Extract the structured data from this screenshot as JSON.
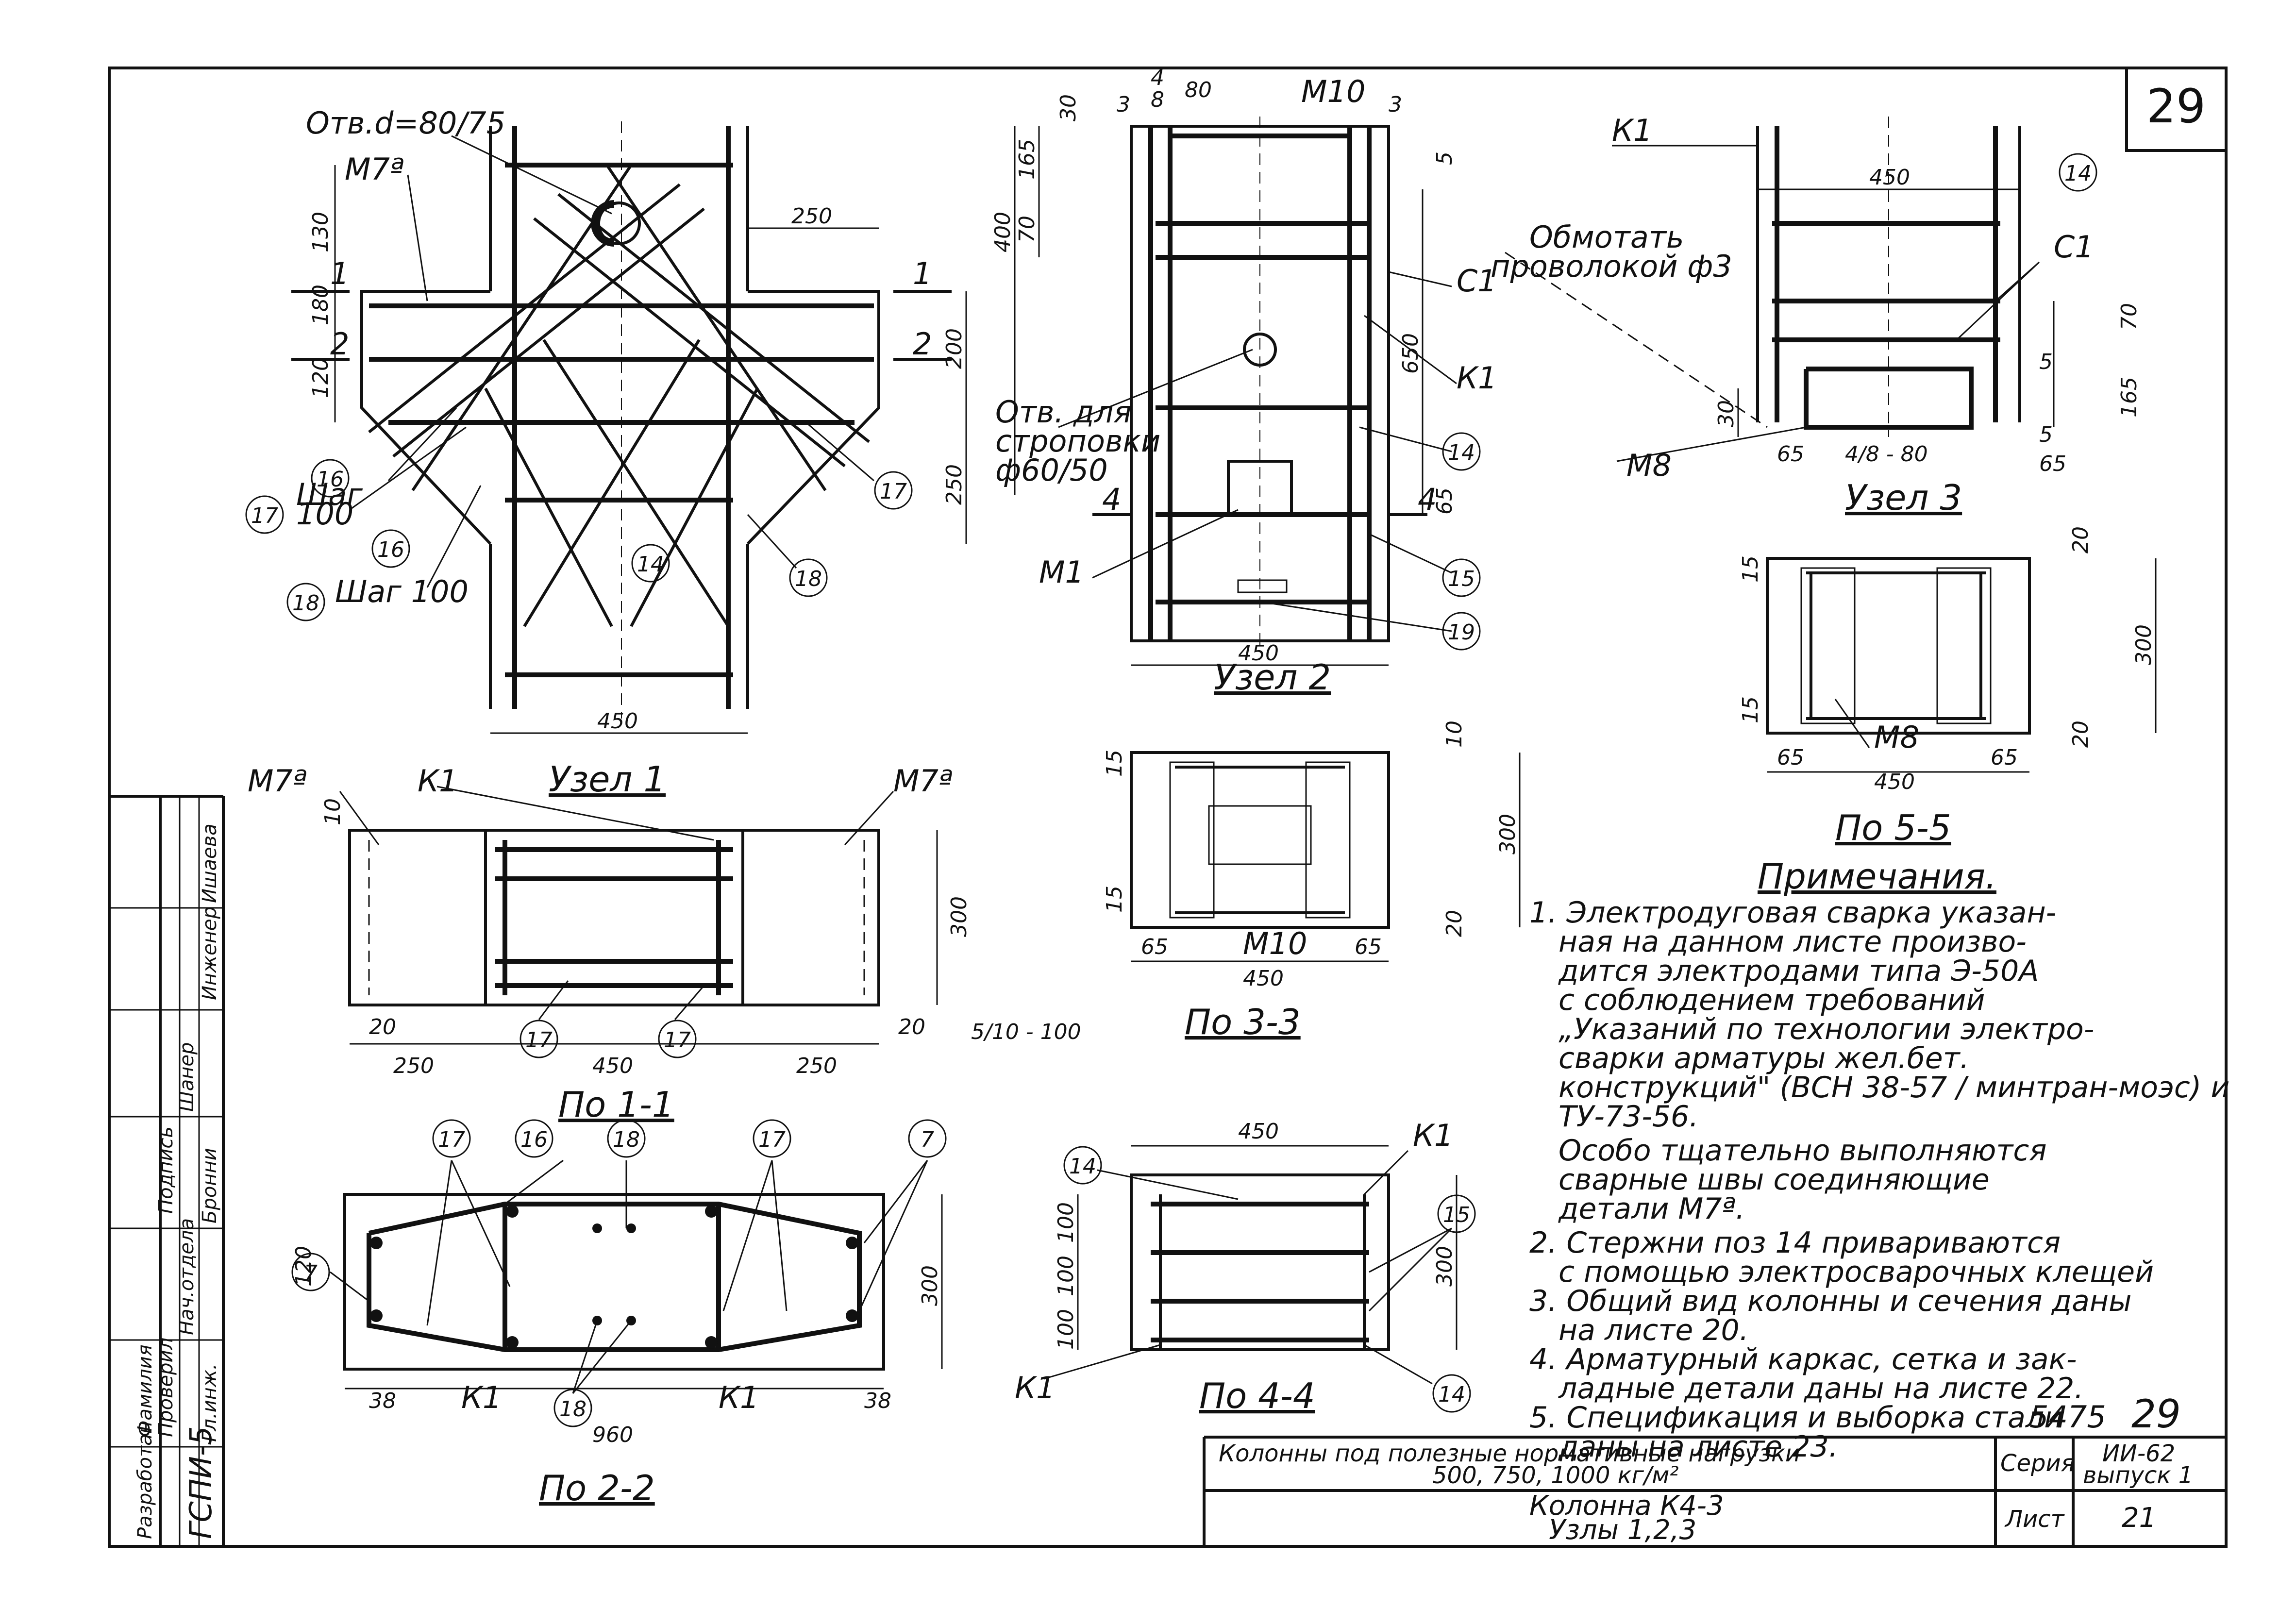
{
  "sheet_number": "29",
  "node1": {
    "title": "Узел 1",
    "hole": "Отв.d=80/75",
    "m7": "М7ª",
    "dim_250": "250",
    "dim_130": "130",
    "dim_180": "180",
    "dim_120": "120",
    "dim_200": "200",
    "dim_250b": "250",
    "dim_450": "450",
    "cut1": "1",
    "cut2": "2",
    "step1": "Шаг",
    "step1b": "100",
    "step2": "Шаг 100",
    "marks": [
      "16",
      "17",
      "16",
      "18",
      "14",
      "17",
      "18"
    ]
  },
  "node2": {
    "title": "Узел 2",
    "top_dims": [
      "30",
      "3",
      "4",
      "8",
      "80",
      "3"
    ],
    "m10": "М10",
    "frac_num": "4",
    "frac_den": "8",
    "dim_165": "165",
    "dim_400": "400",
    "dim_70": "70",
    "dim_650": "650",
    "dim_5": "5",
    "dim_65": "65",
    "hole": "Отв. для",
    "hole2": "строповки",
    "hole3": "ф60/50",
    "c1": "С1",
    "k1": "К1",
    "m1": "М1",
    "cut4": "4",
    "dim_450": "450",
    "wrap1": "Обмотать",
    "wrap2": "проволокой ф3",
    "marks": [
      "14",
      "15",
      "19"
    ]
  },
  "node3": {
    "title": "Узел 3",
    "k1": "К1",
    "dim_450": "450",
    "c1": "С1",
    "dim_70": "70",
    "dim_165": "165",
    "dim_5": "5",
    "dim_30": "30",
    "m8": "М8",
    "dim_65a": "65",
    "dim_65b": "65",
    "frac": "4/8 - 80",
    "mark": "14"
  },
  "sec55": {
    "title": "По 5-5",
    "dim_15a": "15",
    "dim_15b": "15",
    "dim_20a": "20",
    "dim_20b": "20",
    "dim_300": "300",
    "dim_65a": "65",
    "dim_65b": "65",
    "dim_450": "450",
    "m8": "М8"
  },
  "sec11": {
    "title": "По 1-1",
    "m7a": "М7ª",
    "m7b": "М7ª",
    "k1": "К1",
    "dim_10": "10",
    "dim_300": "300",
    "dim_20a": "20",
    "dim_20b": "20",
    "dim_250a": "250",
    "dim_450": "450",
    "dim_250b": "250",
    "frac": "5/10 - 100",
    "marks": [
      "17",
      "17"
    ]
  },
  "sec33": {
    "title": "По 3-3",
    "dim_15a": "15",
    "dim_15b": "15",
    "dim_10": "10",
    "dim_20": "20",
    "dim_300": "300",
    "dim_65a": "65",
    "dim_65b": "65",
    "dim_450": "450",
    "m10": "М10"
  },
  "sec22": {
    "title": "По 2-2",
    "dim_120": "120",
    "dim_300": "300",
    "dim_38": "38",
    "dim_960": "960",
    "dim_38b": "38",
    "k1a": "К1",
    "k1b": "К1",
    "marks": [
      "17",
      "16",
      "18",
      "17",
      "7",
      "7",
      "18"
    ]
  },
  "sec44": {
    "title": "По 4-4",
    "dim_450": "450",
    "k1a": "К1",
    "k1b": "К1",
    "dim_100": "100",
    "dim_100b": "100",
    "dim_100c": "100",
    "dim_300": "300",
    "marks": [
      "14",
      "15",
      "14"
    ]
  },
  "notes": {
    "title": "Примечания.",
    "lines": [
      "1. Электродуговая сварка указан-",
      "ная на данном листе произво-",
      "дится электродами типа Э-50А",
      "с соблюдением требований",
      "„Указаний по технологии электро-",
      "сварки арматуры жел.бет.",
      "конструкций\" (ВСН 38-57 / минтран-моэс) и",
      "ТУ-73-56.",
      "Особо тщательно выполняются",
      "сварные швы соединяющие",
      "детали М7ª.",
      "2. Стержни поз 14 привариваются",
      "с помощью электросварочных клещей",
      "3. Общий вид колонны и сечения даны",
      "на листе 20.",
      "4. Арматурный каркас, сетка и зак-",
      "ладные детали даны на листе 22.",
      "5. Спецификация и выборка стали",
      "даны на листе 23."
    ]
  },
  "title_block": {
    "doc_no": "5475",
    "doc_page": "29",
    "line1": "Колонны под полезные нормативные нагрузки",
    "line2": "500, 750, 1000 кг/м²",
    "series_label": "Серия",
    "series_val": "ИИ-62",
    "issue": "выпуск 1",
    "name1": "Колонна К4-3",
    "name2": "Узлы 1,2,3",
    "sheet_label": "Лист",
    "sheet_val": "21"
  },
  "stamp": {
    "org": "ГСПИ-5",
    "rows": [
      {
        "role": "Разработан",
        "name": "Фамилия"
      },
      {
        "role": "Проверил",
        "name": "Подпись"
      },
      {
        "role": "Нач.отдела",
        "name": "Шанер"
      },
      {
        "role": "Гл.инж.",
        "name": "Бронни"
      },
      {
        "role": "Инженер",
        "name": "Ишаева"
      }
    ]
  }
}
